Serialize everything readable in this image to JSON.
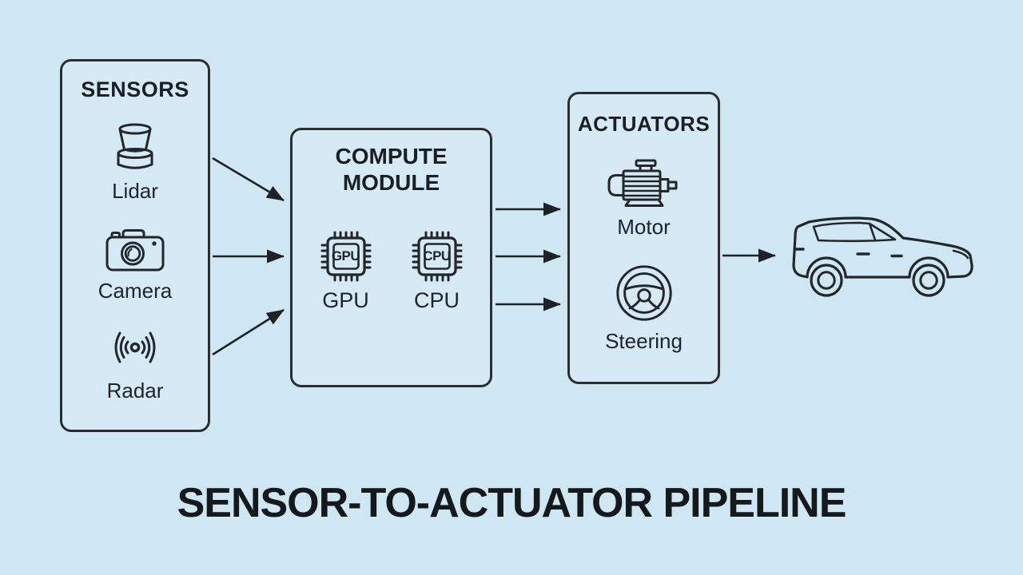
{
  "canvas": {
    "background": "#cee7f2",
    "line_color": "#23272b",
    "text_color": "#1b1f23"
  },
  "title": "SENSOR-TO-ACTUATOR PIPELINE",
  "diagram": {
    "sensors": {
      "title": "SENSORS",
      "items": [
        {
          "label": "Lidar",
          "icon": "lidar-icon"
        },
        {
          "label": "Camera",
          "icon": "camera-icon"
        },
        {
          "label": "Radar",
          "icon": "radar-icon"
        }
      ]
    },
    "compute": {
      "title": "COMPUTE MODULE",
      "chips": [
        {
          "chip_text": "GPU",
          "label": "GPU",
          "icon": "gpu-chip-icon"
        },
        {
          "chip_text": "CPU",
          "label": "CPU",
          "icon": "cpu-chip-icon"
        }
      ]
    },
    "actuators": {
      "title": "ACTUATORS",
      "items": [
        {
          "label": "Motor",
          "icon": "motor-icon"
        },
        {
          "label": "Steering",
          "icon": "steering-wheel-icon"
        }
      ]
    },
    "output": {
      "icon": "car-icon"
    }
  },
  "connections": [
    {
      "from": "Sensors (Lidar)",
      "to": "Compute Module"
    },
    {
      "from": "Sensors (Camera)",
      "to": "Compute Module"
    },
    {
      "from": "Sensors (Radar)",
      "to": "Compute Module"
    },
    {
      "from": "Compute Module",
      "to": "Actuators"
    },
    {
      "from": "Compute Module",
      "to": "Actuators"
    },
    {
      "from": "Compute Module",
      "to": "Actuators"
    },
    {
      "from": "Actuators",
      "to": "Car"
    }
  ]
}
